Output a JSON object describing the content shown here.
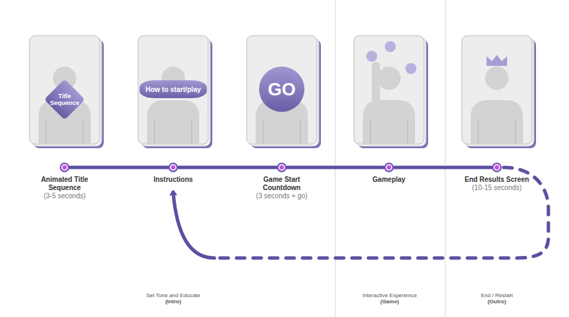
{
  "diagram": {
    "nodes": [
      {
        "text": [
          "Title Sequence"
        ]
      },
      {
        "text": [
          "How to start/play"
        ]
      },
      {
        "text": [
          "GO"
        ]
      },
      {
        "text": [
          "Animated Title Sequence",
          "(3-5 seconds)"
        ]
      },
      {
        "text": [
          "Instructions"
        ]
      },
      {
        "text": [
          "Game Start Countdown",
          "(3 seconds + go)"
        ]
      },
      {
        "text": [
          "Gameplay"
        ]
      },
      {
        "text": [
          "End Results Screen",
          "(10-15 seconds)"
        ]
      }
    ],
    "edges": [
      {
        "from": 3,
        "to": 4,
        "arrow": "none"
      },
      {
        "from": 4,
        "to": 5,
        "arrow": "none"
      },
      {
        "from": 5,
        "to": 6,
        "arrow": "none"
      },
      {
        "from": 6,
        "to": 7,
        "arrow": "none"
      },
      {
        "from": 7,
        "to": 4,
        "arrow": "to"
      }
    ],
    "labels": [
      "Set Tone and Educate",
      "(Intro)",
      "Interactive Experience",
      "(Game)",
      "End / Restart",
      "(Outro)"
    ]
  }
}
